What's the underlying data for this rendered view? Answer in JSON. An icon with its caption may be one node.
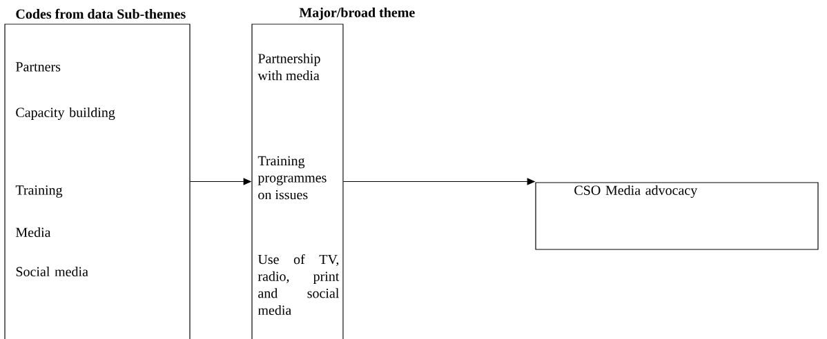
{
  "diagram": {
    "nodes": [
      {
        "text": [
          "Partners",
          "Capacity building",
          "Training",
          "Media",
          "Social media"
        ]
      },
      {
        "text": [
          "Partnership with media",
          "Training programmes on issues",
          "Use of TV, radio, print and social media"
        ]
      },
      {
        "text": [
          "CSO Media advocacy"
        ]
      }
    ],
    "edges": [
      {
        "from": 0,
        "to": 1,
        "arrow": "to"
      },
      {
        "from": 1,
        "to": 2,
        "arrow": "to"
      }
    ],
    "labels": [
      "Codes from data Sub-themes",
      "Major/broad theme"
    ]
  }
}
